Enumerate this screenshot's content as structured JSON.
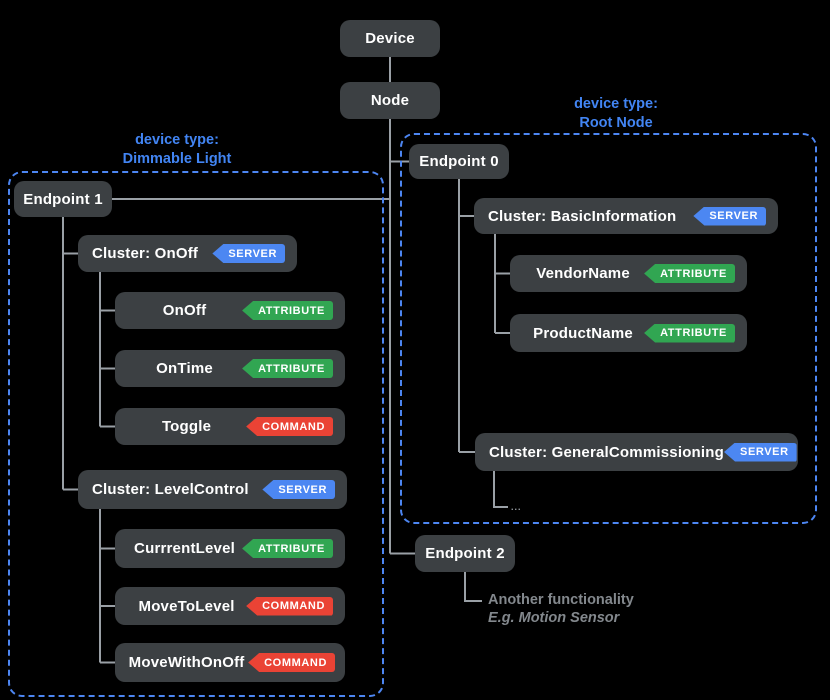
{
  "badges": {
    "server": "SERVER",
    "attribute": "ATTRIBUTE",
    "command": "COMMAND"
  },
  "colors": {
    "background": "#000000",
    "box_fill": "#3c4043",
    "box_text": "#ffffff",
    "connector": "#9aa0a6",
    "group_border": "#4d86f2",
    "caption_text": "#4285f4",
    "server_badge": "#4c87f2",
    "attribute_badge": "#31a652",
    "command_badge": "#ea4335",
    "note_text": "#83888d"
  },
  "nodes": {
    "device": {
      "label": "Device"
    },
    "node": {
      "label": "Node"
    },
    "endpoint0": {
      "label": "Endpoint 0"
    },
    "endpoint1": {
      "label": "Endpoint 1"
    },
    "endpoint2": {
      "label": "Endpoint 2"
    },
    "cluster_basic_information": {
      "label": "Cluster: BasicInformation",
      "badge": "server"
    },
    "vendor_name": {
      "label": "VendorName",
      "badge": "attribute"
    },
    "product_name": {
      "label": "ProductName",
      "badge": "attribute"
    },
    "cluster_general_commissioning": {
      "label": "Cluster: GeneralCommissioning",
      "badge": "server"
    },
    "cluster_onoff": {
      "label": "Cluster: OnOff",
      "badge": "server"
    },
    "onoff": {
      "label": "OnOff",
      "badge": "attribute"
    },
    "ontime": {
      "label": "OnTime",
      "badge": "attribute"
    },
    "toggle": {
      "label": "Toggle",
      "badge": "command"
    },
    "cluster_level_control": {
      "label": "Cluster: LevelControl",
      "badge": "server"
    },
    "currrent_level": {
      "label": "CurrrentLevel",
      "badge": "attribute"
    },
    "move_to_level": {
      "label": "MoveToLevel",
      "badge": "command"
    },
    "move_with_onoff": {
      "label": "MoveWithOnOff",
      "badge": "command"
    }
  },
  "groups": {
    "root_node": {
      "caption_line1": "device type:",
      "caption_line2": "Root Node"
    },
    "dimmable_light": {
      "caption_line1": "device type:",
      "caption_line2": "Dimmable Light"
    }
  },
  "annotations": {
    "ellipsis": "...",
    "endpoint2_note_line1": "Another functionality",
    "endpoint2_note_line2": "E.g. Motion Sensor"
  }
}
